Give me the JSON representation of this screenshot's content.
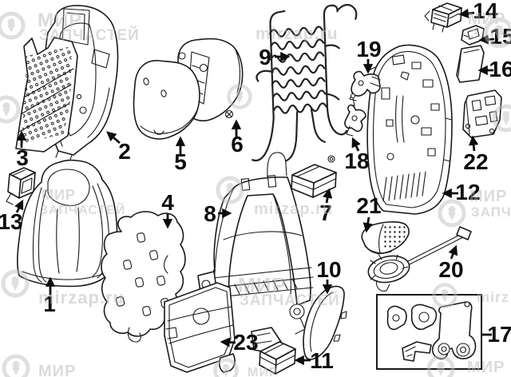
{
  "diagram": {
    "callouts": [
      {
        "number": "1"
      },
      {
        "number": "2"
      },
      {
        "number": "3"
      },
      {
        "number": "4"
      },
      {
        "number": "5"
      },
      {
        "number": "6"
      },
      {
        "number": "7"
      },
      {
        "number": "8"
      },
      {
        "number": "9"
      },
      {
        "number": "10"
      },
      {
        "number": "11"
      },
      {
        "number": "12"
      },
      {
        "number": "13"
      },
      {
        "number": "14"
      },
      {
        "number": "15"
      },
      {
        "number": "16"
      },
      {
        "number": "17"
      },
      {
        "number": "18"
      },
      {
        "number": "19"
      },
      {
        "number": "20"
      },
      {
        "number": "21"
      },
      {
        "number": "22"
      },
      {
        "number": "23"
      }
    ]
  },
  "watermark": {
    "brand_word1": "МИР",
    "brand_word2": "ЗАПЧАСТЕЙ",
    "brand_word2_truncated": "ЗАПЧ",
    "website": "mirzap.ru",
    "website_truncated": "mirz"
  }
}
